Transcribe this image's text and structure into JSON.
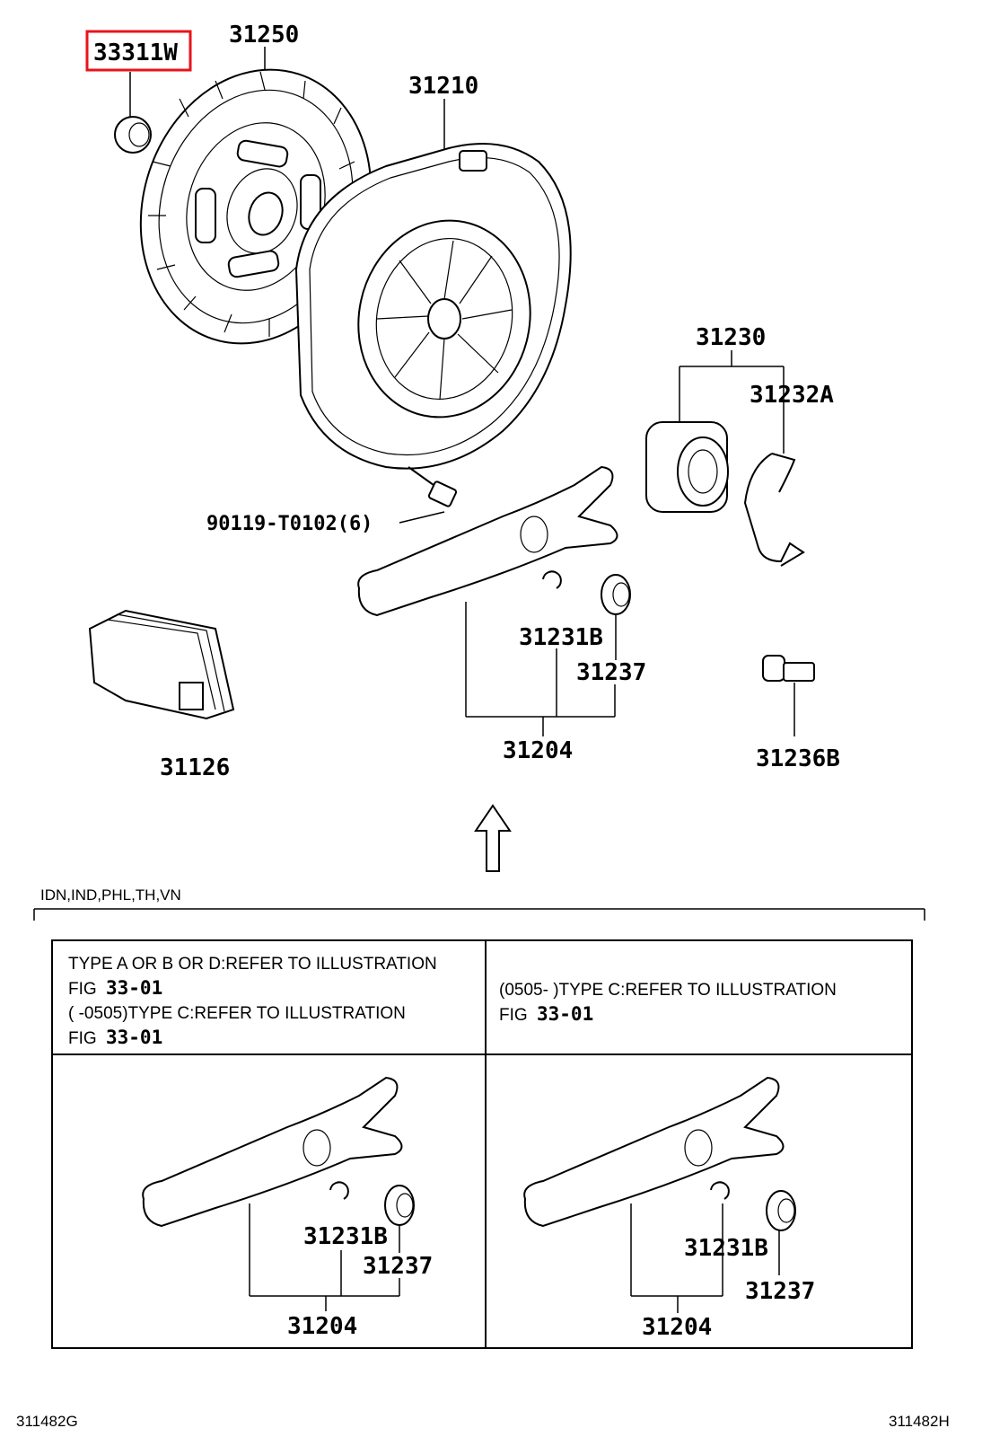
{
  "parts": {
    "bearing": "33311W",
    "disc": "31250",
    "cover": "31210",
    "release_bearing": "31230",
    "clip": "31232A",
    "bolt": "90119-T0102(6)",
    "ring": "31231B",
    "boot_small": "31237",
    "fork_assy": "31204",
    "boot_large": "31126",
    "pivot": "31236B"
  },
  "region_label": "IDN,IND,PHL,TH,VN",
  "box": {
    "left": {
      "line1": "TYPE A OR B OR D:REFER TO ILLUSTRATION",
      "line2_prefix": "FIG",
      "line2_ref": "33-01",
      "line3": "(        -0505)TYPE C:REFER TO ILLUSTRATION",
      "line4_prefix": "FIG",
      "line4_ref": "33-01"
    },
    "right": {
      "line1": "(0505-        )TYPE C:REFER TO ILLUSTRATION",
      "line2_prefix": "FIG",
      "line2_ref": "33-01"
    }
  },
  "footer": {
    "left": "311482G",
    "right": "311482H"
  },
  "colors": {
    "highlight": "#e8141b",
    "ink": "#000000"
  }
}
